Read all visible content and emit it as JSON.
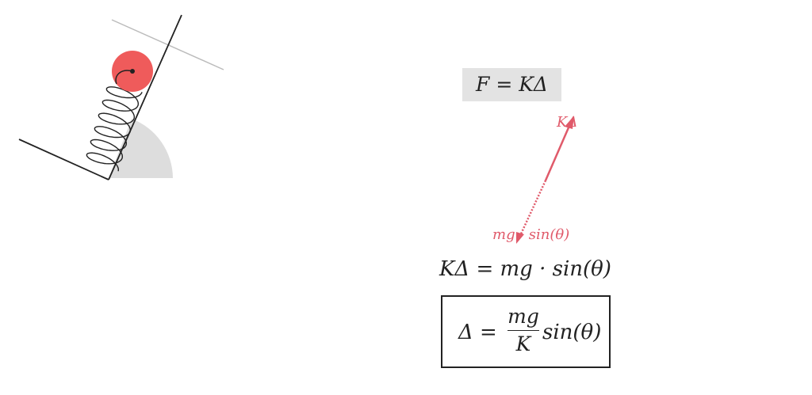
{
  "equations": {
    "hooke": "F = KΔ",
    "balance": "KΔ = mg · sin(θ)",
    "result_lhs": "Δ =",
    "result_num": "mg",
    "result_den": "K",
    "result_rhs": "sin(θ)"
  },
  "forces": {
    "spring_label": "KΔ",
    "gravity_label": "mg · sin(θ)"
  },
  "colors": {
    "ball": "#ef5b5b",
    "force": "#e05a6a",
    "angle_fill": "#dddddd",
    "line": "#222222",
    "guide": "#bbbbbb",
    "highlight": "#e3e3e3"
  }
}
